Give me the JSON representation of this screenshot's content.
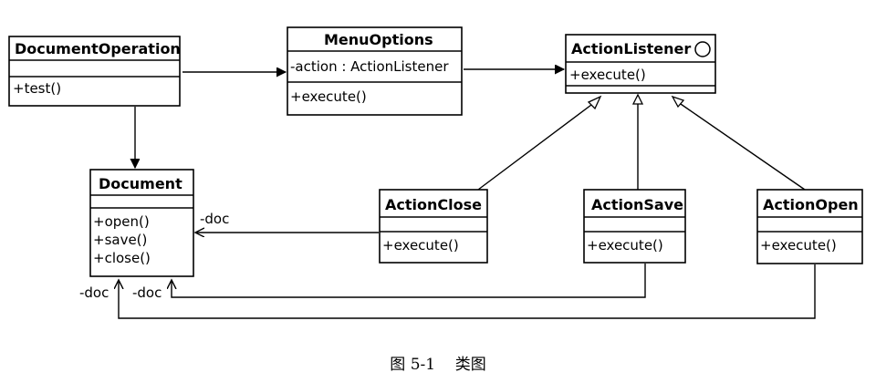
{
  "classes": {
    "document_operation": {
      "name": "DocumentOperation",
      "attrs": [],
      "ops": [
        "+test()"
      ]
    },
    "menu_options": {
      "name": "MenuOptions",
      "attrs": [
        "-action : ActionListener"
      ],
      "ops": [
        "+execute()"
      ]
    },
    "action_listener": {
      "name": "ActionListener",
      "attrs": [],
      "ops": [
        "+execute()"
      ]
    },
    "document": {
      "name": "Document",
      "attrs": [],
      "ops": [
        "+open()",
        "+save()",
        "+close()"
      ]
    },
    "action_close": {
      "name": "ActionClose",
      "attrs": [],
      "ops": [
        "+execute()"
      ]
    },
    "action_save": {
      "name": "ActionSave",
      "attrs": [],
      "ops": [
        "+execute()"
      ]
    },
    "action_open": {
      "name": "ActionOpen",
      "attrs": [],
      "ops": [
        "+execute()"
      ]
    }
  },
  "roles": {
    "close_doc": "-doc",
    "save_doc": "-doc",
    "open_doc": "-doc"
  },
  "caption": "图 5-1    类图"
}
